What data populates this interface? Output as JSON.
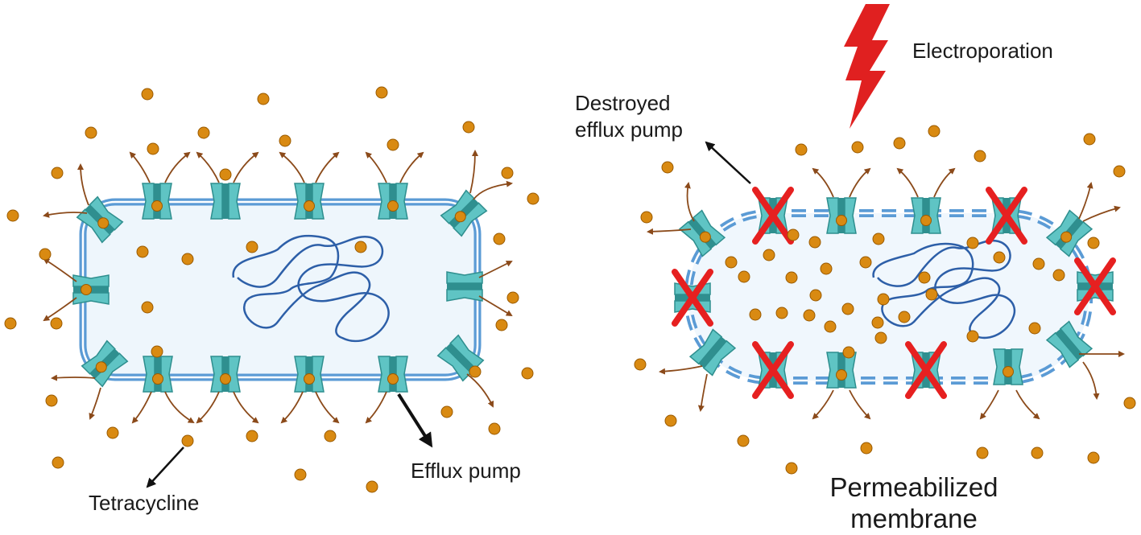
{
  "labels": {
    "tetracycline": "Tetracycline",
    "efflux_pump": "Efflux pump",
    "electroporation": "Electroporation",
    "destroyed_line1": "Destroyed",
    "destroyed_line2": "efflux pump",
    "permeabilized_line1": "Permeabilized",
    "permeabilized_line2": "membrane"
  },
  "colors": {
    "membrane": "#5b9bd5",
    "membrane_dark": "#3f7ec2",
    "cytoplasm": "#eef6fc",
    "pump_fill": "#5fc4c4",
    "pump_stroke": "#2e8e8e",
    "pump_channel": "#2f8f8f",
    "tetracycline": "#d98a12",
    "tetracycline_stroke": "#9a5a00",
    "arrow": "#8b4a1a",
    "dna": "#2d5fa8",
    "lightning": "#e02020",
    "x_mark": "#e62020",
    "pointer": "#111111"
  },
  "icons": {
    "lightning": "lightning-bolt-icon",
    "destroyed_marker": "red-x-icon"
  }
}
